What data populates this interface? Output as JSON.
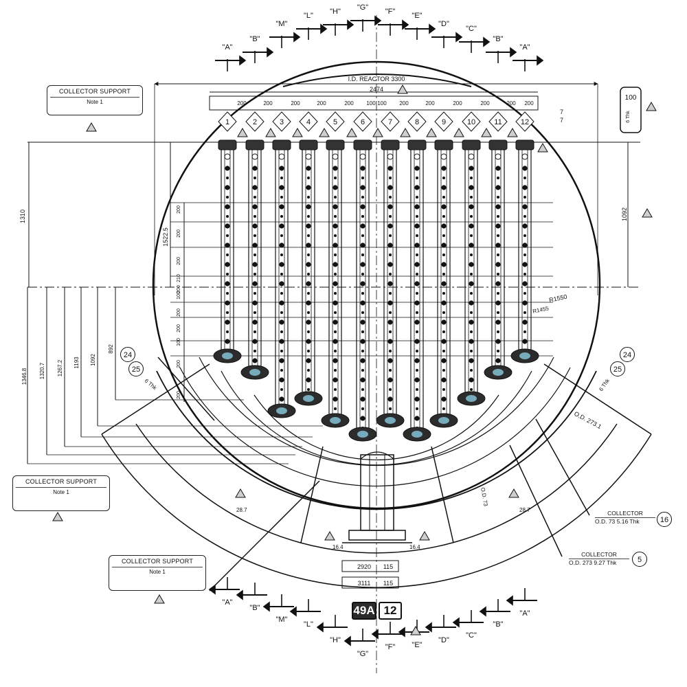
{
  "sections": {
    "top": [
      "\"A\"",
      "\"B\"",
      "\"M\"",
      "\"L\"",
      "\"H\"",
      "\"G\"",
      "\"F\"",
      "\"E\"",
      "\"D\"",
      "\"C\"",
      "\"B\"",
      "\"A\""
    ],
    "bottom": [
      "\"A\"",
      "\"B\"",
      "\"M\"",
      "\"L\"",
      "\"H\"",
      "\"G\"",
      "\"F\"",
      "\"E\"",
      "\"D\"",
      "\"C\"",
      "\"B\"",
      "\"A\""
    ]
  },
  "dimensions": {
    "reactor_id": "I.D. REACTOR 3300",
    "center_span": "2474",
    "pitch": [
      "200",
      "200",
      "200",
      "200",
      "200",
      "100",
      "100",
      "200",
      "200",
      "200",
      "200",
      "200",
      "200"
    ],
    "left_vertical": [
      "1310",
      "1522.5"
    ],
    "left_lower": [
      "1346.8",
      "1320.7",
      "1267.2",
      "1193",
      "1092",
      "892"
    ],
    "row_pitch": [
      "200",
      "200",
      "200",
      "210",
      "200",
      "100",
      "200",
      "200",
      "100",
      "200",
      "200"
    ],
    "right_vertical": [
      "1092"
    ],
    "right_top": "100",
    "right_top_note": "6 Thk",
    "radius_outer": "R1550",
    "radius_inner": "R1455",
    "od_ring": "O.D. 273.1",
    "ring_thickness_left": "6 Thk",
    "ring_thickness_right": "6 Thk",
    "od_73": "O.D. 73",
    "angle_left": "28.7",
    "angle_right": "28.7",
    "angle_inner_left": "16.4",
    "angle_inner_right": "16.4",
    "bottom_dim_1": "2920",
    "bottom_dim_1b": "115",
    "bottom_dim_2": "3111",
    "bottom_dim_2b": "115",
    "small_dim": "7"
  },
  "tubes": [
    "1",
    "2",
    "3",
    "4",
    "5",
    "6",
    "7",
    "8",
    "9",
    "10",
    "11",
    "12"
  ],
  "notes": {
    "top_left": {
      "title": "COLLECTOR SUPPORT",
      "note": "Note 1"
    },
    "mid_left": {
      "title": "COLLECTOR SUPPORT",
      "note": "Note 1"
    },
    "bottom_left": {
      "title": "COLLECTOR SUPPORT",
      "note": "Note 1"
    }
  },
  "callouts": {
    "collector_16": {
      "title": "COLLECTOR",
      "spec": "O.D. 73  5.16 Thk",
      "bubble": "16"
    },
    "collector_5": {
      "title": "COLLECTOR",
      "spec": "O.D. 273  9.27 Thk",
      "bubble": "5"
    },
    "bubbles_left": [
      "24",
      "25"
    ],
    "bubbles_right": [
      "24",
      "25"
    ]
  },
  "tag": {
    "sheet": "49A",
    "number": "12"
  }
}
